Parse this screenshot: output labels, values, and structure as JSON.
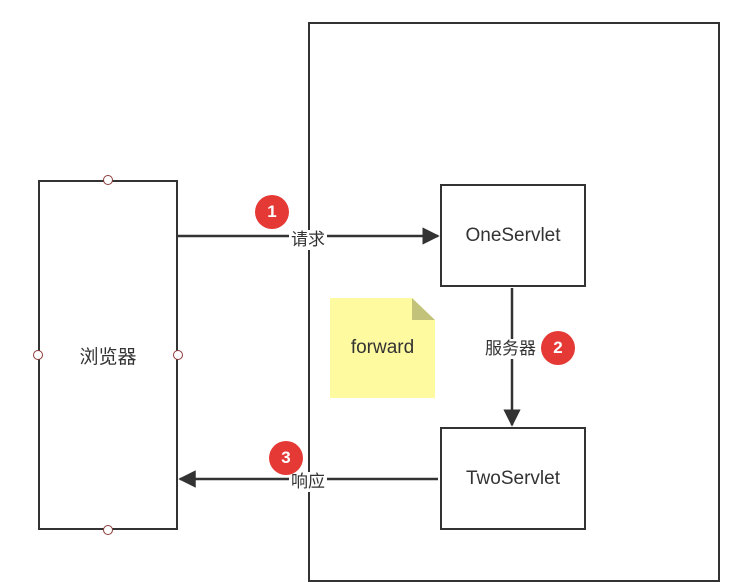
{
  "nodes": {
    "browser": "浏览器",
    "servlet_one": "OneServlet",
    "servlet_two": "TwoServlet"
  },
  "note": {
    "text": "forward"
  },
  "edges": {
    "request": "请求",
    "server": "服务器",
    "response": "响应"
  },
  "badges": {
    "step1": "1",
    "step2": "2",
    "step3": "3"
  },
  "colors": {
    "stroke": "#333333",
    "badge": "#e53935",
    "note": "#fdfaa0",
    "handle": "#8b3a3a"
  }
}
